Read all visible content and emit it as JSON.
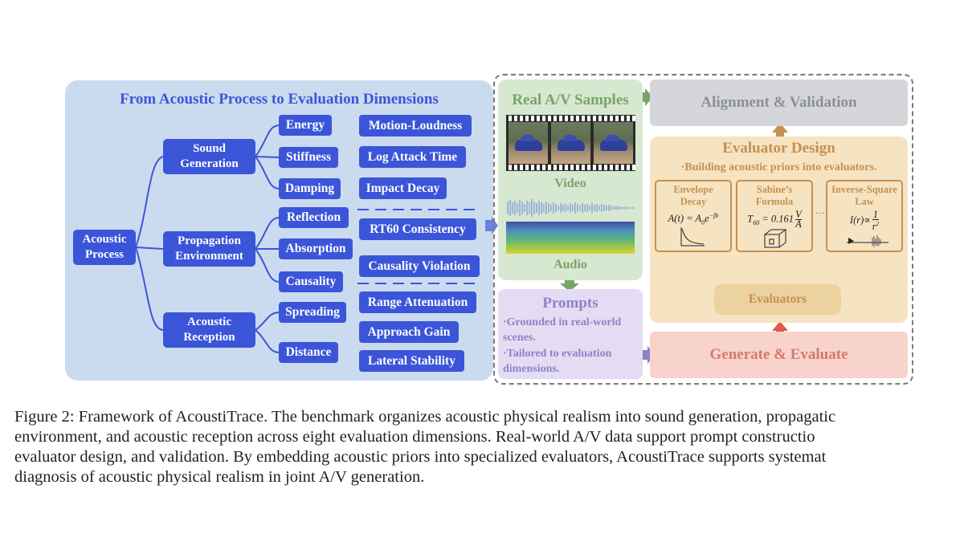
{
  "left_panel": {
    "title": "From Acoustic Process to Evaluation Dimensions",
    "root": "Acoustic\nProcess",
    "stages": [
      {
        "label": "Sound\nGeneration",
        "children": [
          "Energy",
          "Stiffness",
          "Damping"
        ]
      },
      {
        "label": "Propagation\nEnvironment",
        "children": [
          "Reflection",
          "Absorption",
          "Causality"
        ]
      },
      {
        "label": "Acoustic\nReception",
        "children": [
          "Spreading",
          "Distance"
        ]
      }
    ],
    "dimensions": [
      "Motion-Loudness",
      "Log Attack Time",
      "Impact Decay",
      "RT60 Consistency",
      "Causality Violation",
      "Range Attenuation",
      "Approach Gain",
      "Lateral Stability"
    ]
  },
  "samples": {
    "title": "Real A/V Samples",
    "video_label": "Video",
    "audio_label": "Audio"
  },
  "prompts": {
    "title": "Prompts",
    "line1": "·Grounded in real-world",
    "line2": "scenes.",
    "line3": "·Tailored to evaluation",
    "line4": "dimensions."
  },
  "alignment": {
    "label": "Alignment & Validation"
  },
  "evaluator": {
    "title": "Evaluator Design",
    "subtitle": "·Building acoustic priors into evaluators.",
    "priors": [
      {
        "name": "Envelope\nDecay",
        "formula_lhs": "A(t) = A",
        "formula_sub": "0",
        "formula_e": "e",
        "formula_exp": "−βt"
      },
      {
        "name": "Sabine’s\nFormula",
        "formula_lhs": "T",
        "formula_sub": "60",
        "formula_mid": " = 0.161",
        "frac_num": "V",
        "frac_den": "A"
      },
      {
        "name": "Inverse-Square\nLaw",
        "formula_lhs": "I(r)∝",
        "frac_num": "1",
        "frac_den": "r",
        "frac_den_sup": "2"
      }
    ],
    "ellipsis": "···",
    "evaluators_label": "Evaluators"
  },
  "generate": {
    "label": "Generate & Evaluate"
  },
  "caption": {
    "lines": [
      "Figure 2: Framework of AcoustiTrace. The benchmark organizes acoustic physical realism into sound generation, propagatic",
      "environment, and acoustic reception across eight evaluation dimensions. Real-world A/V data support prompt constructio",
      "evaluator design, and validation. By embedding acoustic priors into specialized evaluators, AcoustiTrace supports systemat",
      "diagnosis of acoustic physical realism in joint A/V generation."
    ]
  },
  "colors": {
    "node_blue": "#3b55d9",
    "left_bg": "#cbdbef",
    "green_bg": "#d6e8d0",
    "purple_bg": "#e3dcf3",
    "gray_bg": "#d4d6da",
    "orange_bg": "#f6e3c2",
    "red_bg": "#f7d3cc"
  }
}
